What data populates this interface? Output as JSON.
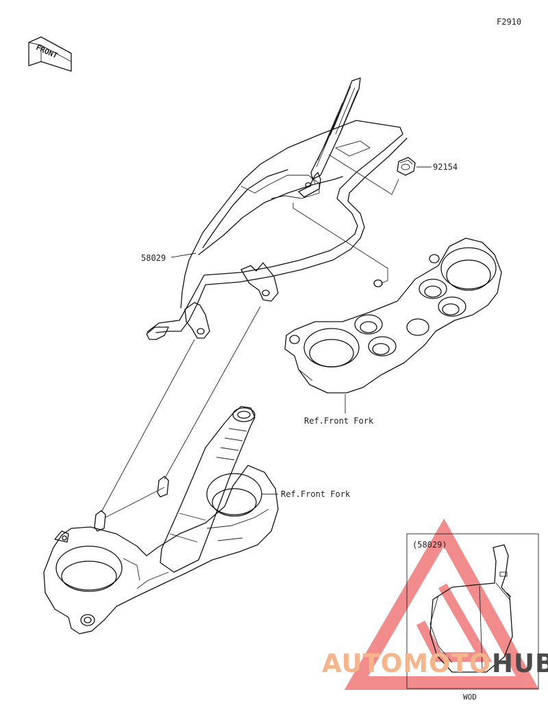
{
  "figure_code": "F2910",
  "direction_badge": "FRONT",
  "parts": {
    "bracket": {
      "number": "58029"
    },
    "bolt": {
      "number": "92154"
    }
  },
  "references": {
    "upper": "Ref.Front Fork",
    "lower": "Ref.Front Fork"
  },
  "inset": {
    "part_ref": "(58029)",
    "caption": "WOD"
  },
  "watermark": {
    "text_a": "AUTOMOTO",
    "text_b": "HUB",
    "color_a": "#f5b48a",
    "color_b": "#4a4a4a",
    "logo_color": "#f07070"
  }
}
